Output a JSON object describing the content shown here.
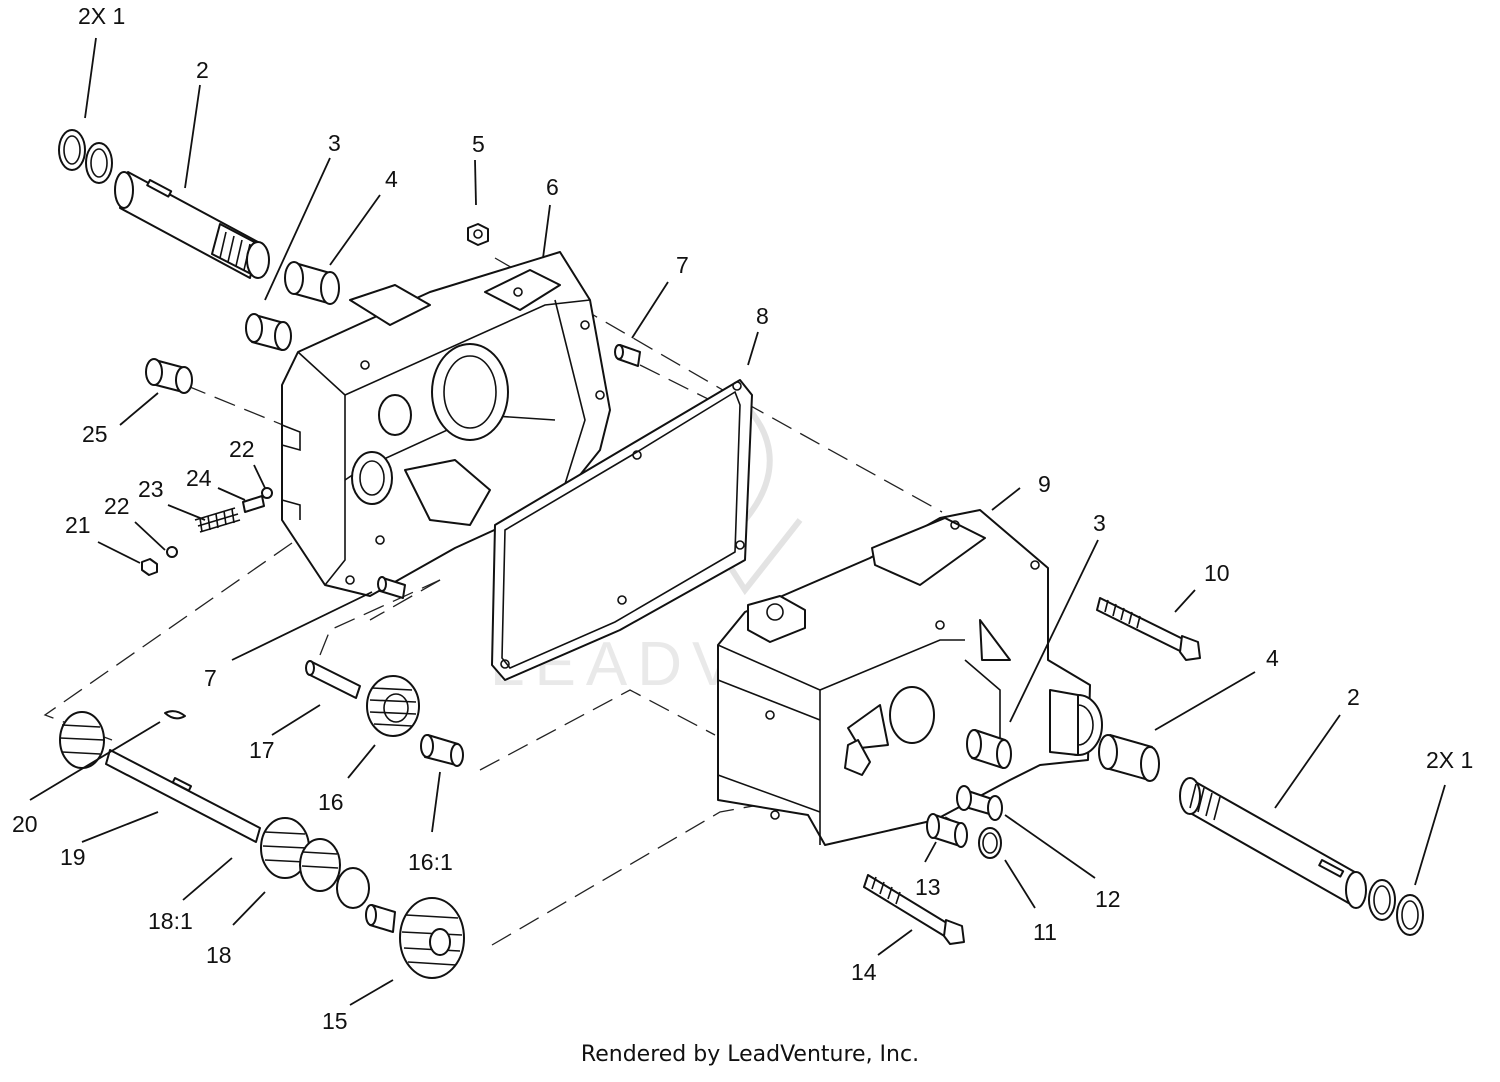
{
  "watermark": "LEADVENTURE",
  "footer": "Rendered by LeadVenture, Inc.",
  "callouts": [
    {
      "id": "c-2x1-top",
      "text": "2X 1"
    },
    {
      "id": "c-2-top",
      "text": "2"
    },
    {
      "id": "c-3-top",
      "text": "3"
    },
    {
      "id": "c-4-top",
      "text": "4"
    },
    {
      "id": "c-5",
      "text": "5"
    },
    {
      "id": "c-6",
      "text": "6"
    },
    {
      "id": "c-7-top",
      "text": "7"
    },
    {
      "id": "c-8",
      "text": "8"
    },
    {
      "id": "c-25",
      "text": "25"
    },
    {
      "id": "c-22-top",
      "text": "22"
    },
    {
      "id": "c-24",
      "text": "24"
    },
    {
      "id": "c-23",
      "text": "23"
    },
    {
      "id": "c-22-bottom",
      "text": "22"
    },
    {
      "id": "c-21",
      "text": "21"
    },
    {
      "id": "c-9",
      "text": "9"
    },
    {
      "id": "c-3-right",
      "text": "3"
    },
    {
      "id": "c-10",
      "text": "10"
    },
    {
      "id": "c-7-bottom",
      "text": "7"
    },
    {
      "id": "c-4-right",
      "text": "4"
    },
    {
      "id": "c-2-right",
      "text": "2"
    },
    {
      "id": "c-2x1-right",
      "text": "2X 1"
    },
    {
      "id": "c-17",
      "text": "17"
    },
    {
      "id": "c-20",
      "text": "20"
    },
    {
      "id": "c-16",
      "text": "16"
    },
    {
      "id": "c-19",
      "text": "19"
    },
    {
      "id": "c-16-1",
      "text": "16:1"
    },
    {
      "id": "c-18-1",
      "text": "18:1"
    },
    {
      "id": "c-13",
      "text": "13"
    },
    {
      "id": "c-12",
      "text": "12"
    },
    {
      "id": "c-11",
      "text": "11"
    },
    {
      "id": "c-18",
      "text": "18"
    },
    {
      "id": "c-14",
      "text": "14"
    },
    {
      "id": "c-15",
      "text": "15"
    }
  ]
}
